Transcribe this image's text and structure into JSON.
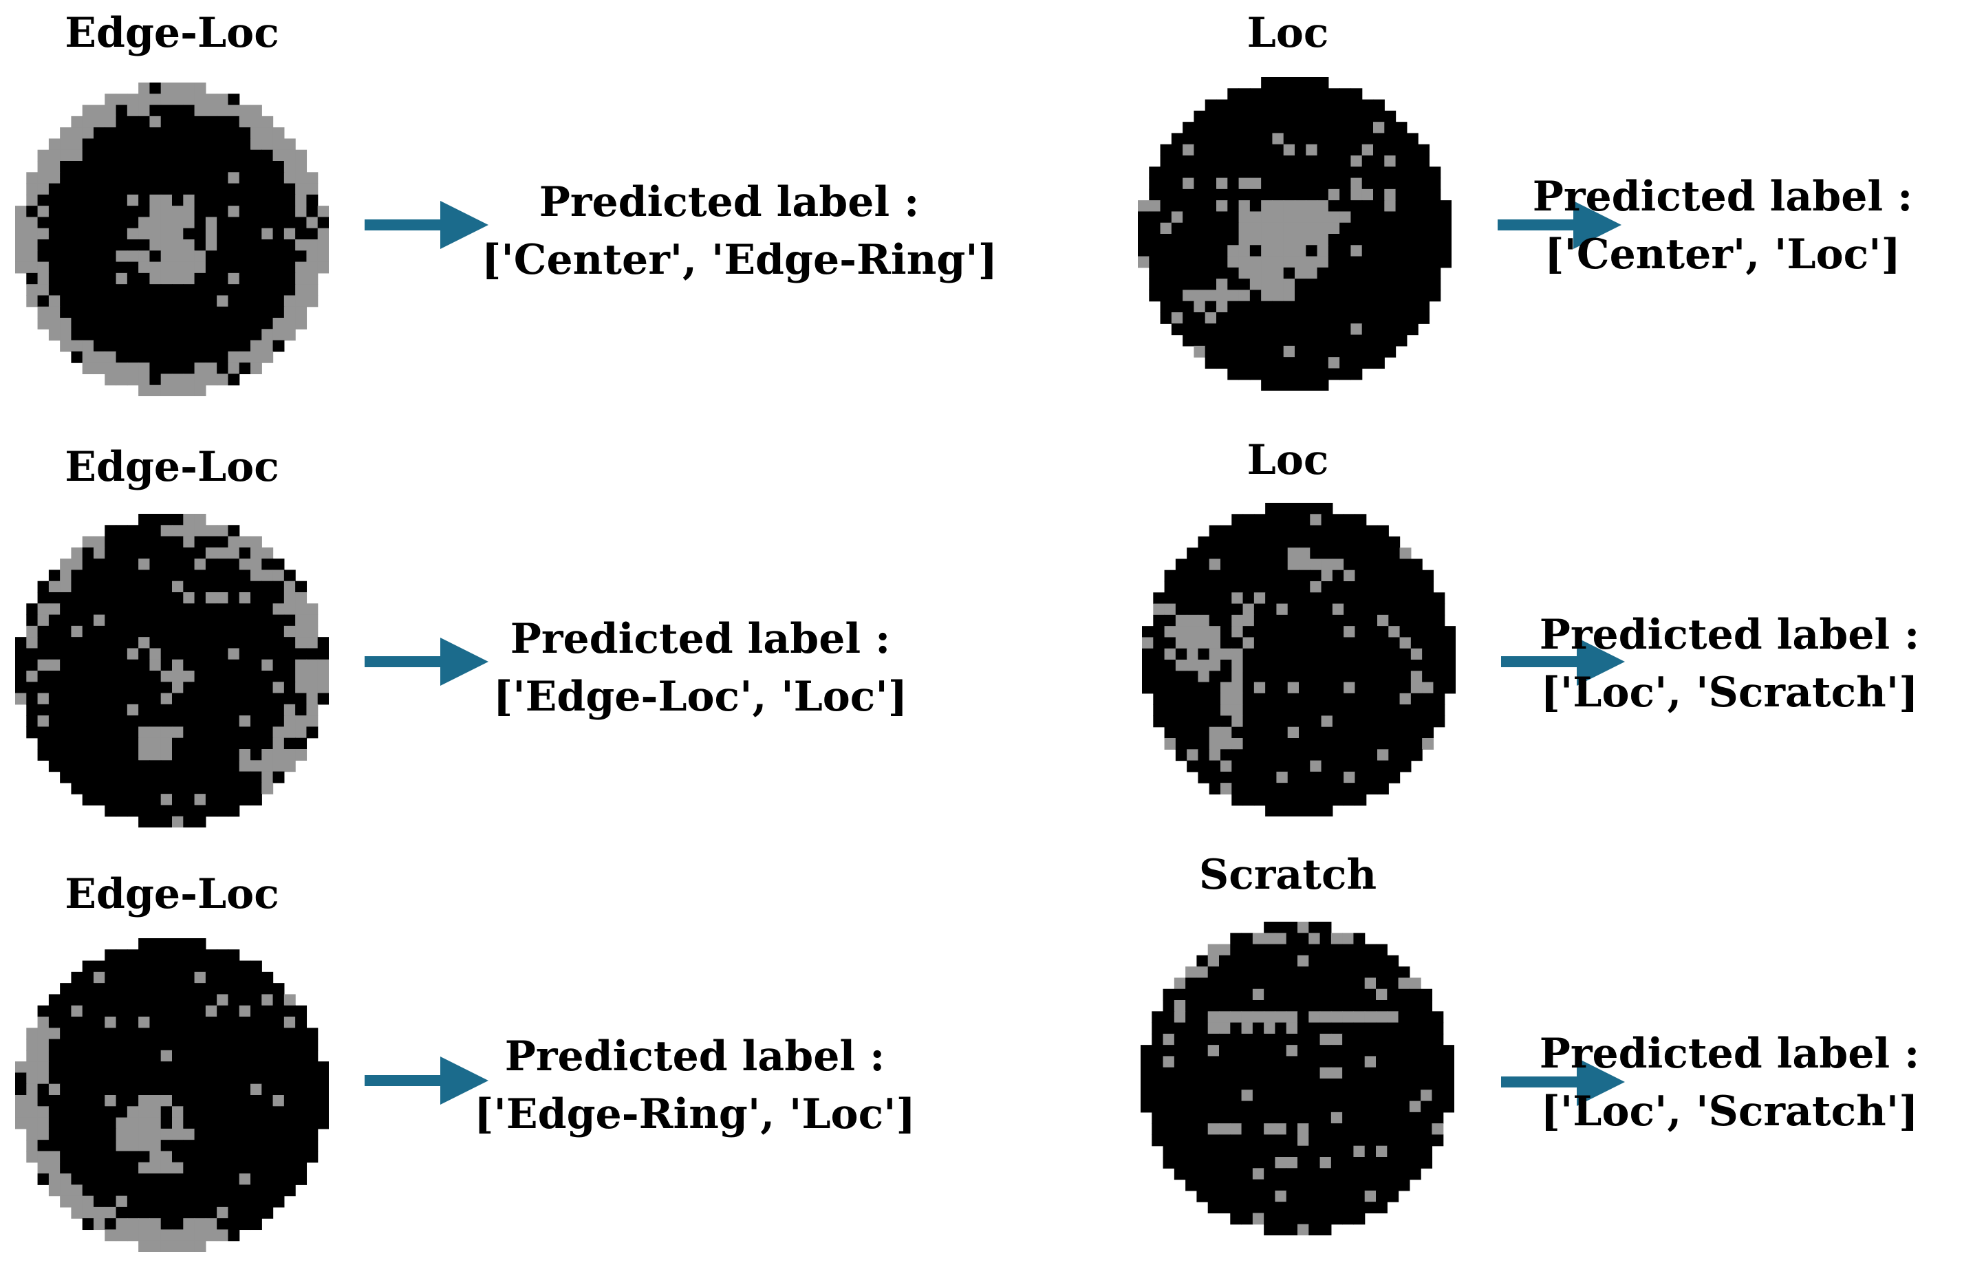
{
  "colors": {
    "die_fail": "#959595",
    "die_pass": "#000000",
    "arrow": "#1b6b8c",
    "background": "#ffffff"
  },
  "grid_size": 28,
  "panels": [
    {
      "true_label": "Edge-Loc",
      "predicted_heading": "Predicted label :",
      "predicted_value": "['Center', 'Edge-Ring']",
      "wafer_pattern": "center-edge-ring"
    },
    {
      "true_label": "Loc",
      "predicted_heading": "Predicted label :",
      "predicted_value": "['Center', 'Loc']",
      "wafer_pattern": "center-loc"
    },
    {
      "true_label": "Edge-Loc",
      "predicted_heading": "Predicted label :",
      "predicted_value": "['Edge-Loc', 'Loc']",
      "wafer_pattern": "edge-loc-right"
    },
    {
      "true_label": "Loc",
      "predicted_heading": "Predicted label :",
      "predicted_value": "['Loc', 'Scratch']",
      "wafer_pattern": "loc-scratch-curved"
    },
    {
      "true_label": "Edge-Loc",
      "predicted_heading": "Predicted label :",
      "predicted_value": "['Edge-Ring', 'Loc']",
      "wafer_pattern": "edge-ring-loc"
    },
    {
      "true_label": "Scratch",
      "predicted_heading": "Predicted label :",
      "predicted_value": "['Loc', 'Scratch']",
      "wafer_pattern": "loc-scratch-line"
    }
  ]
}
